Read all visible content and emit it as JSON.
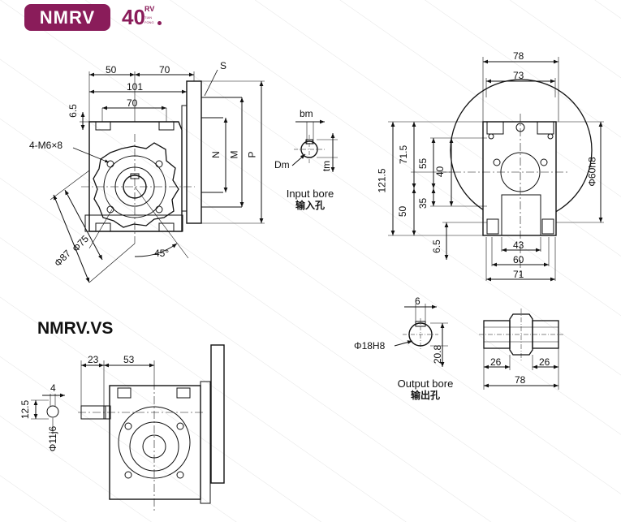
{
  "header": {
    "badge": "NMRV",
    "model_number": "40",
    "model_suffix": "RV",
    "brand_line1": "TIAN",
    "brand_line2": "FONG"
  },
  "section2_title": "NMRV.VS",
  "views": {
    "front_dims": {
      "d50": "50",
      "d70_top": "70",
      "d101": "101",
      "d70": "70",
      "d65": "6.5",
      "s": "S",
      "bolt": "4-M6×8",
      "n": "N",
      "m": "M",
      "p": "P",
      "phi75": "Φ75",
      "phi87": "Φ87",
      "angle": "45°"
    },
    "input_bore": {
      "bm": "bm",
      "dm": "Dm",
      "tm": "tm",
      "caption_en": "Input bore",
      "caption_zh": "输入孔"
    },
    "side_dims": {
      "d78": "78",
      "d73": "73",
      "d1215": "121.5",
      "d715": "71.5",
      "d55": "55",
      "d40": "40",
      "d35": "35",
      "d50": "50",
      "d65": "6.5",
      "d43": "43",
      "d60": "60",
      "d71": "71",
      "phi60h8": "Φ60h8"
    },
    "vs_dims": {
      "d23": "23",
      "d53": "53",
      "d4": "4",
      "d125": "12.5",
      "phi11j6": "Φ11j6"
    },
    "output_bore": {
      "d6": "6",
      "phi18h8": "Φ18H8",
      "d208": "20.8",
      "caption_en": "Output bore",
      "caption_zh": "输出孔"
    },
    "shaft_dims": {
      "d26a": "26",
      "d26b": "26",
      "d78": "78"
    }
  }
}
